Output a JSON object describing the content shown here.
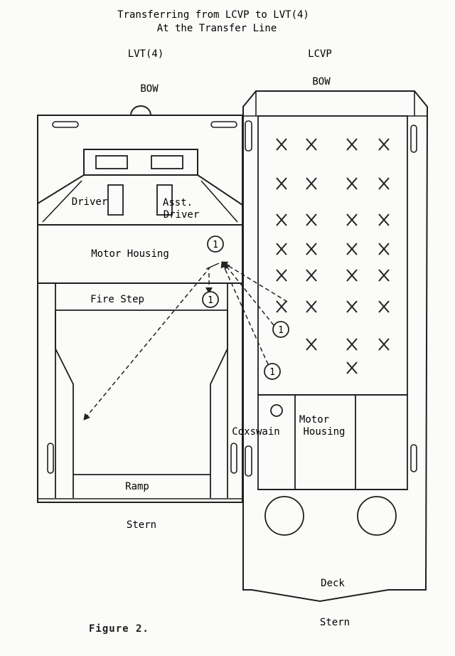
{
  "title_line1": "Transferring from LCVP to LVT(4)",
  "title_line2": "At the Transfer Line",
  "lvt": {
    "name": "LVT(4)",
    "bow": "BOW",
    "stern": "Stern",
    "driver": "Driver",
    "asst_driver_line1": "Asst.",
    "asst_driver_line2": "Driver",
    "motor_housing": "Motor Housing",
    "fire_step": "Fire Step",
    "ramp": "Ramp"
  },
  "lcvp": {
    "name": "LCVP",
    "bow": "BOW",
    "stern": "Stern",
    "coxswain": "Coxswain",
    "motor_housing_line1": "Motor",
    "motor_housing_line2": "Housing",
    "deck": "Deck",
    "troop_marks": [
      {
        "row": 1,
        "count": 4
      },
      {
        "row": 2,
        "count": 4
      },
      {
        "row": 3,
        "count": 4
      },
      {
        "row": 4,
        "count": 4
      },
      {
        "row": 5,
        "count": 4
      },
      {
        "row": 6,
        "count": 4
      },
      {
        "row": 7,
        "count": 3
      },
      {
        "row": 8,
        "count": 1
      }
    ]
  },
  "markers": [
    "1",
    "1",
    "1",
    "1"
  ],
  "figure_caption": "Figure 2."
}
